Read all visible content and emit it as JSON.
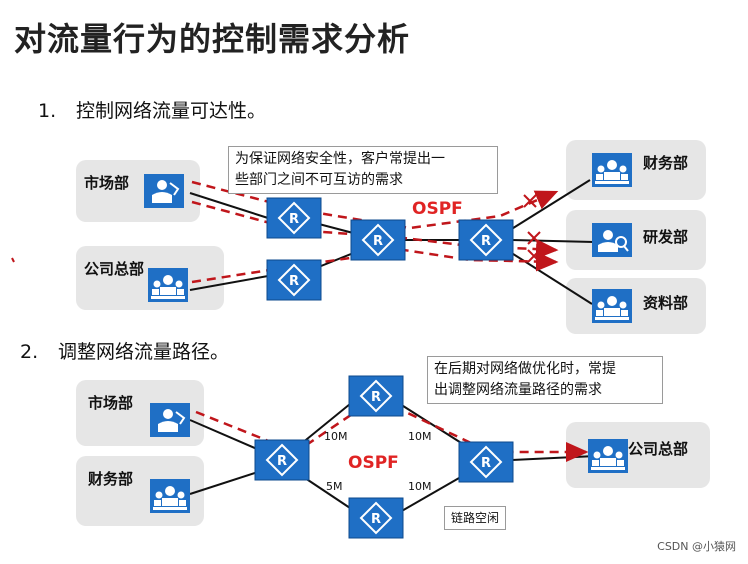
{
  "title": "对流量行为的控制需求分析",
  "section1": {
    "number": "1.",
    "text": "控制网络流量可达性。"
  },
  "section2": {
    "number": "2.",
    "text": "调整网络流量路径。"
  },
  "top": {
    "groups": {
      "market": "市场部",
      "hq": "公司总部",
      "finance": "财务部",
      "rnd": "研发部",
      "data": "资料部"
    },
    "callout_line1": "为保证网络安全性，客户常提出一",
    "callout_line2": "些部门之间不可互访的需求",
    "protocol": "OSPF"
  },
  "bottom": {
    "groups": {
      "market": "市场部",
      "finance": "财务部",
      "hq": "公司总部"
    },
    "callout_line1": "在后期对网络做优化时，常提",
    "callout_line2": "出调整网络流量路径的需求",
    "protocol": "OSPF",
    "bandwidth": {
      "upper_left": "10M",
      "upper_right": "10M",
      "lower_left": "5M",
      "lower_right": "10M"
    },
    "idle_label": "链路空闲"
  },
  "colors": {
    "router_blue": "#1f6fc5",
    "flow_red": "#c0161b",
    "group_bg": "#e6e6e6"
  },
  "watermark": "CSDN @小猿网"
}
